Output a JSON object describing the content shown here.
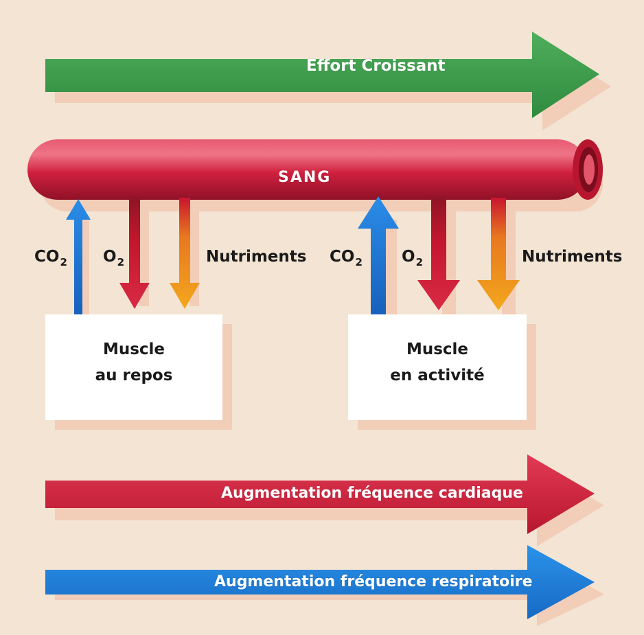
{
  "effort_label": "Effort Croissant",
  "blood_label": "SANG",
  "left_panel": {
    "co2_label": "CO",
    "co2_sub": "2",
    "o2_label": "O",
    "o2_sub": "2",
    "nutrients_label": "Nutriments",
    "muscle_line1": "Muscle",
    "muscle_line2": "au repos"
  },
  "right_panel": {
    "co2_label": "CO",
    "co2_sub": "2",
    "o2_label": "O",
    "o2_sub": "2",
    "nutrients_label": "Nutriments",
    "muscle_line1": "Muscle",
    "muscle_line2": "en activité"
  },
  "heart_rate_label": "Augmentation fréquence cardiaque",
  "respiratory_rate_label": "Augmentation fréquence respiratoire",
  "colors": {
    "effort_arrow": "#3d9a4a",
    "blood_vessel": "#d0213f",
    "heart_arrow": "#d3203a",
    "respiratory_arrow": "#1f7fd6",
    "co2_arrow": "#1f6fcf",
    "o2_arrow": "#c4172e",
    "nutrients_arrow": "#f0a11c",
    "shadow": "#f2cdb8",
    "background": "#f3e4d3"
  }
}
